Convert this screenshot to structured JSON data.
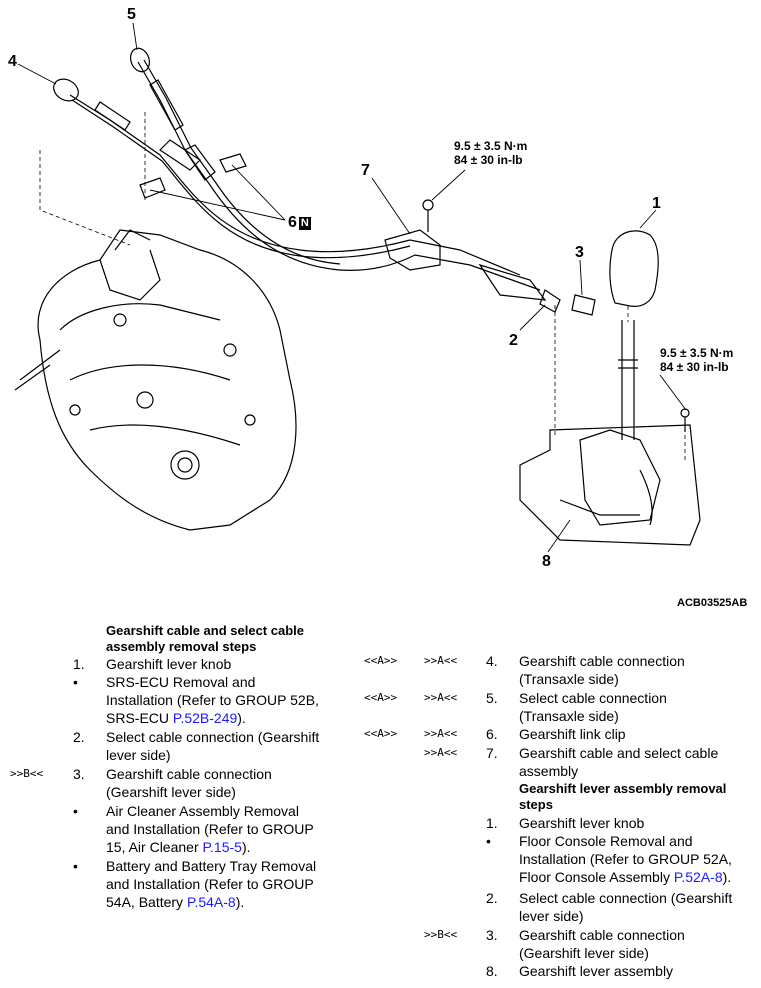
{
  "figure": {
    "callouts": [
      "5",
      "4",
      "7",
      "1",
      "3",
      "2",
      "6",
      "8"
    ],
    "n_badge": "N",
    "torque_top": {
      "line1": "9.5 ± 3.5 N·m",
      "line2": "84 ± 30 in-lb"
    },
    "torque_right": {
      "line1": "9.5 ± 3.5 N·m",
      "line2": "84 ± 30 in-lb"
    },
    "figure_id": "ACB03525AB"
  },
  "left": {
    "heading1": "Gearshift cable and select cable",
    "heading2": "assembly removal steps",
    "i1_num": "1.",
    "i1": "Gearshift lever knob",
    "b1_l1": "SRS-ECU Removal and",
    "b1_l2": "Installation (Refer to GROUP 52B,",
    "b1_l3a": "SRS-ECU ",
    "b1_link": "P.52B-249",
    "b1_l3b": ").",
    "i2_num": "2.",
    "i2_l1": "Select cable connection (Gearshift",
    "i2_l2": "lever side)",
    "i3_code": ">>B<<",
    "i3_num": "3.",
    "i3_l1": "Gearshift cable connection",
    "i3_l2": "(Gearshift lever side)",
    "b2_l1": "Air Cleaner Assembly Removal",
    "b2_l2": "and Installation (Refer to GROUP",
    "b2_l3a": "15, Air Cleaner ",
    "b2_link": "P.15-5",
    "b2_l3b": ").",
    "b3_l1": "Battery and Battery Tray Removal",
    "b3_l2": "and Installation (Refer to GROUP",
    "b3_l3a": "54A, Battery ",
    "b3_link": "P.54A-8",
    "b3_l3b": ")."
  },
  "right": {
    "i4_c1": "<<A>>",
    "i4_c2": ">>A<<",
    "i4_num": "4.",
    "i4_l1": "Gearshift cable connection",
    "i4_l2": "(Transaxle side)",
    "i5_c1": "<<A>>",
    "i5_c2": ">>A<<",
    "i5_num": "5.",
    "i5_l1": "Select cable connection",
    "i5_l2": "(Transaxle side)",
    "i6_c1": "<<A>>",
    "i6_c2": ">>A<<",
    "i6_num": "6.",
    "i6": "Gearshift link clip",
    "i7_c2": ">>A<<",
    "i7_num": "7.",
    "i7_l1": "Gearshift cable and select cable",
    "i7_l2": "assembly",
    "heading1": "Gearshift lever assembly removal",
    "heading2": "steps",
    "j1_num": "1.",
    "j1": "Gearshift lever knob",
    "b1_l1": "Floor Console Removal and",
    "b1_l2": "Installation (Refer to GROUP 52A,",
    "b1_l3a": "Floor Console Assembly ",
    "b1_link": "P.52A-8",
    "b1_l3b": ").",
    "j2_num": "2.",
    "j2_l1": "Select cable connection (Gearshift",
    "j2_l2": "lever side)",
    "j3_code": ">>B<<",
    "j3_num": "3.",
    "j3_l1": "Gearshift cable connection",
    "j3_l2": "(Gearshift lever side)",
    "j8_num": "8.",
    "j8": "Gearshift lever assembly"
  }
}
